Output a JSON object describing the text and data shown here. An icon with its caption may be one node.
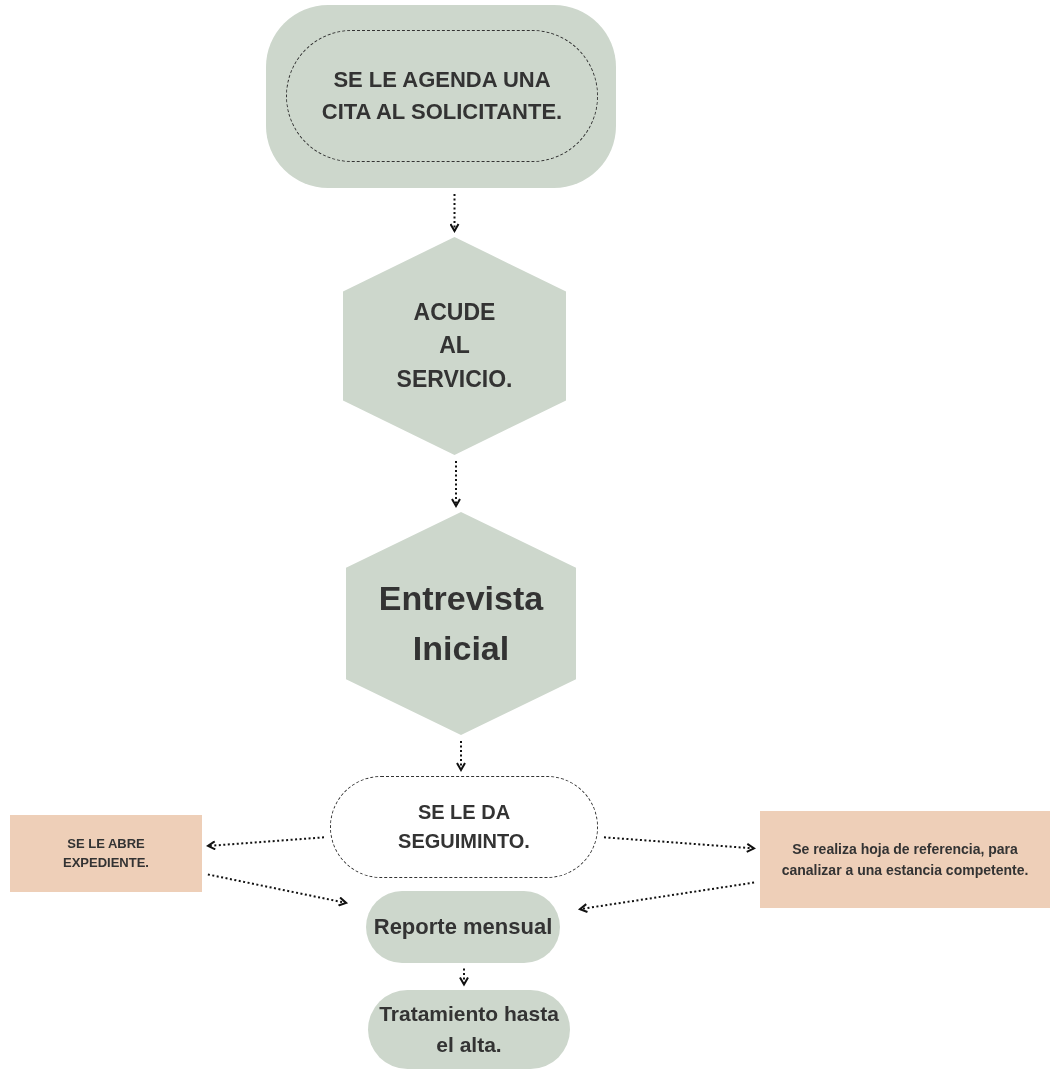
{
  "diagram": {
    "nodes": [
      {
        "text": [],
        "shape": "box"
      },
      {
        "text": [
          "SE LE AGENDA UNA CITA AL SOLICITANTE."
        ],
        "in": 0
      },
      {
        "text": [
          "ACUDE AL SERVICIO."
        ]
      },
      {
        "text": [
          "Entrevista Inicial"
        ]
      },
      {
        "text": [
          "SE LE DA SEGUIMINTO."
        ]
      },
      {
        "text": [
          "SE LE ABRE EXPEDIENTE."
        ]
      },
      {
        "text": [
          "Se realiza hoja de referencia, para canalizar a una estancia competente."
        ]
      },
      {
        "text": [
          "Reporte mensual"
        ]
      },
      {
        "text": [
          "Tratamiento hasta el alta."
        ]
      }
    ],
    "edges": [
      {
        "from": 0,
        "to": 2,
        "arrow": "to"
      },
      {
        "from": 2,
        "to": 3,
        "arrow": "to"
      },
      {
        "from": 3,
        "to": 4,
        "arrow": "to"
      },
      {
        "from": 4,
        "to": 5,
        "arrow": "to"
      },
      {
        "from": 4,
        "to": 6,
        "arrow": "to"
      },
      {
        "from": 5,
        "to": 7,
        "arrow": "to"
      },
      {
        "from": 6,
        "to": 7,
        "arrow": "to"
      },
      {
        "from": 7,
        "to": 8,
        "arrow": "to"
      }
    ]
  }
}
